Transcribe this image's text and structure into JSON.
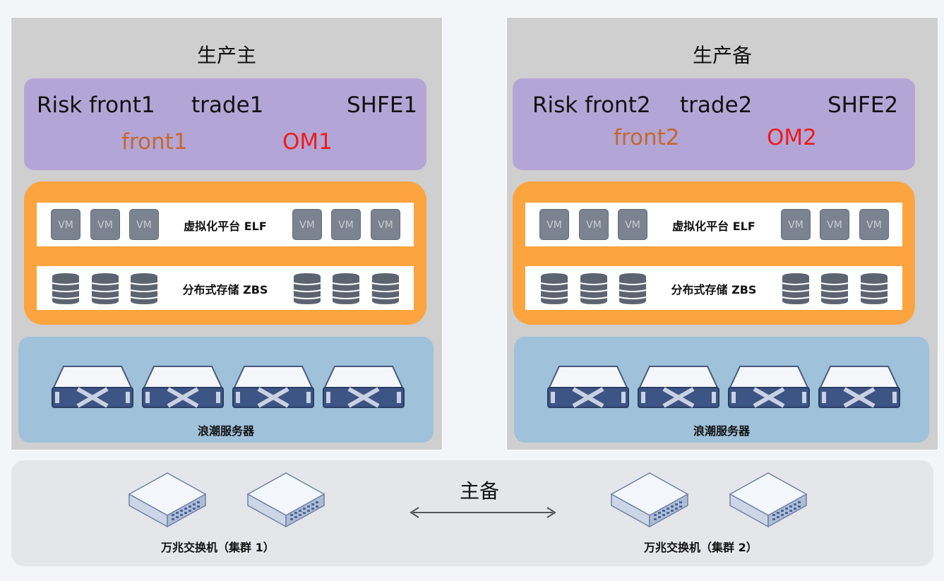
{
  "sites": [
    {
      "title": "生产主",
      "apps_row1": [
        "Risk front1",
        "trade1",
        "SHFE1"
      ],
      "apps_front": "front1",
      "apps_om": "OM1",
      "vm_label": "VM",
      "elf_label": "虚拟化平台 ELF",
      "zbs_label": "分布式存储 ZBS",
      "server_label": "浪潮服务器"
    },
    {
      "title": "生产备",
      "apps_row1": [
        "Risk front2",
        "trade2",
        "SHFE2"
      ],
      "apps_front": "front2",
      "apps_om": "OM2",
      "vm_label": "VM",
      "elf_label": "虚拟化平台 ELF",
      "zbs_label": "分布式存储 ZBS",
      "server_label": "浪潮服务器"
    }
  ],
  "network": {
    "ha_label": "主备",
    "cluster1_label": "万兆交换机（集群 1）",
    "cluster2_label": "万兆交换机（集群 2）"
  },
  "colors": {
    "app_layer": "#b3a6d6",
    "platform_layer": "#fca43f",
    "server_layer": "#9fc1da",
    "front_text": "#c5672e",
    "om_text": "#ef1b1b"
  }
}
